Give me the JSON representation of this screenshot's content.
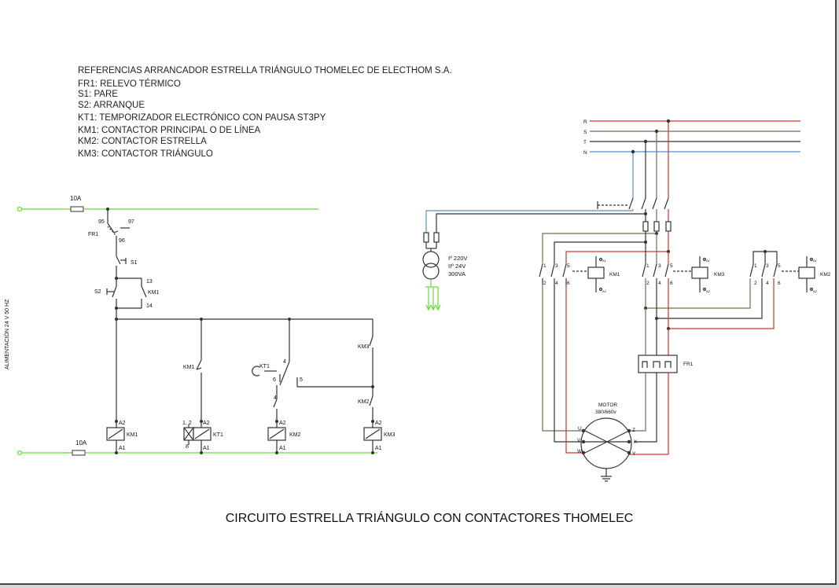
{
  "references": {
    "title": "REFERENCIAS ARRANCADOR ESTRELLA TRIÁNGULO THOMELEC DE ELECTHOM S.A.",
    "items": [
      "FR1: RELEVO TÉRMICO",
      "S1: PARE",
      "S2: ARRANQUE",
      "KT1: TEMPORIZADOR ELECTRÓNICO CON PAUSA ST3PY",
      "KM1: CONTACTOR PRINCIPAL O DE LÍNEA",
      "KM2: CONTACTOR ESTRELLA",
      "KM3: CONTACTOR TRIÁNGULO"
    ]
  },
  "control": {
    "supply_label": "ALIMENTACIÓN 24 V 50 HZ",
    "fuse_top": "10A",
    "fuse_bottom": "10A",
    "fr1": "FR1",
    "t95": "95",
    "t97": "97",
    "t96": "96",
    "s1": "S1",
    "s2": "S2",
    "t13": "13",
    "t14": "14",
    "km1_aux": "KM1",
    "km1_nc": "KM1",
    "kt1": "KT1",
    "t4": "4",
    "t6": "6",
    "t5": "5",
    "km3_nc": "KM3",
    "km2_nc": "KM2",
    "a2": "A2",
    "a1": "A1",
    "t12": "1, 2",
    "t8": "8",
    "coil_km1": "KM1",
    "coil_kt1": "KT1",
    "coil_km2": "KM2",
    "coil_km3": "KM3"
  },
  "power": {
    "phases": [
      "R",
      "S",
      "T",
      "N"
    ],
    "transformer": [
      "Iº 220V",
      "IIº 24V",
      "300VA"
    ],
    "km1": "KM1",
    "km3": "KM3",
    "km2": "KM2",
    "contacts_top": [
      "1",
      "3",
      "5"
    ],
    "contacts_bottom": [
      "2",
      "4",
      "6"
    ],
    "coil_a1": "A1",
    "coil_a2": "A2",
    "fr1": "FR1",
    "motor_title": "MOTOR",
    "motor_rating": "380/660v",
    "motor_terminals": [
      "U",
      "V",
      "W",
      "Z",
      "X",
      "Y"
    ]
  },
  "caption": "CIRCUITO ESTRELLA TRIÁNGULO CON CONTACTORES THOMELEC",
  "colors": {
    "green": "#66dd33",
    "red": "#d83030",
    "blue": "#5a8fc8",
    "dark": "#333333",
    "brown": "#7a6a55",
    "gray": "#8a8a8a"
  }
}
